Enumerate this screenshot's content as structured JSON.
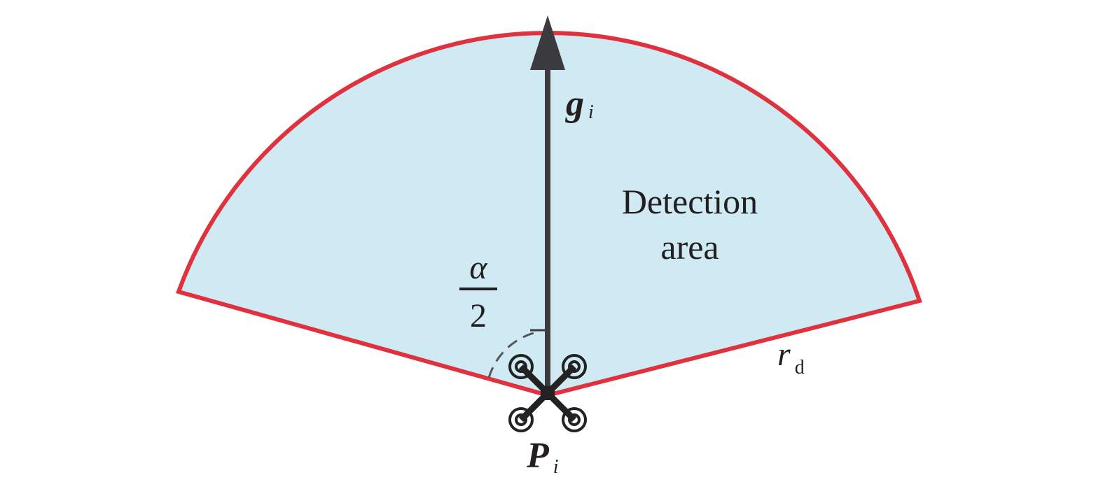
{
  "diagram": {
    "heading_vector": {
      "main": "g",
      "subscript": "i"
    },
    "position_label": {
      "main": "P",
      "subscript": "i"
    },
    "radius_label": {
      "main": "r",
      "subscript": "d"
    },
    "angle_label": {
      "numerator": "α",
      "denominator": "2"
    },
    "area_label": {
      "line1": "Detection",
      "line2": "area"
    },
    "colors": {
      "sector_fill": "#cfeaf3",
      "sector_stroke": "#e0313f",
      "arrow": "#3a3a3f",
      "text": "#231f20",
      "drone": "#222222"
    },
    "icons": {
      "drone": "quadcopter-drone-icon"
    }
  }
}
